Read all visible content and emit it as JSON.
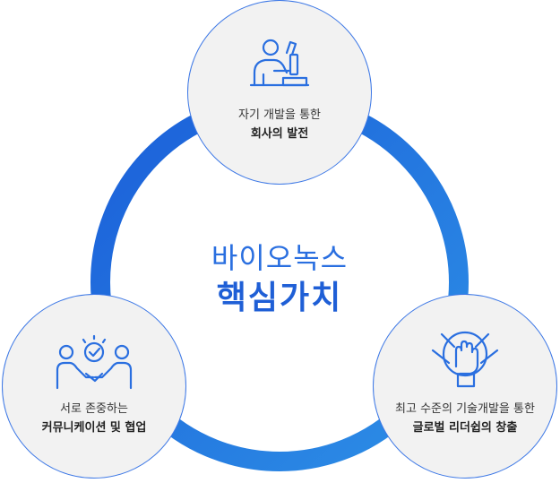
{
  "center": {
    "subtitle": "바이오녹스",
    "title": "핵심가치"
  },
  "nodes": {
    "top": {
      "icon": "person-with-microscope-icon",
      "line1": "자기 개발을 통한",
      "line2": "회사의 발전"
    },
    "left": {
      "icon": "two-people-agreement-icon",
      "line1": "서로 존중하는",
      "line2": "커뮤니케이션 및 협업"
    },
    "right": {
      "icon": "hands-together-globe-icon",
      "line1": "최고 수준의 기술개발을 통한",
      "line2": "글로벌 리더쉽의 창출"
    }
  },
  "colors": {
    "ring_start": "#1b5fd9",
    "ring_end": "#2d8fe6",
    "node_border": "#3d78e6",
    "node_fill": "#f2f2f2",
    "icon_stroke": "#2a6fe0",
    "center_text": "#1f5fd6"
  }
}
